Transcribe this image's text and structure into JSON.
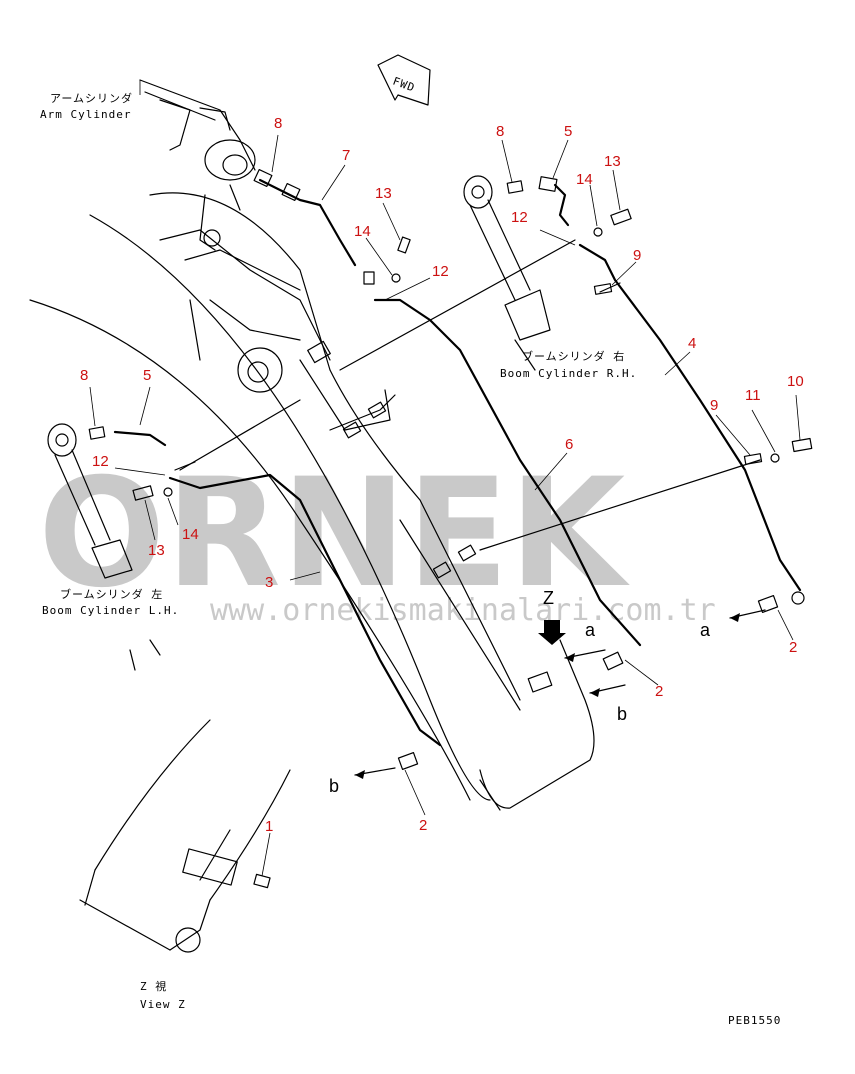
{
  "labels": {
    "arm_cylinder_jp": "アームシリンダ",
    "arm_cylinder_en": "Arm Cylinder",
    "boom_rh_jp": "ブームシリンダ 右",
    "boom_rh_en": "Boom Cylinder R.H.",
    "boom_lh_jp": "ブームシリンダ 左",
    "boom_lh_en": "Boom Cylinder L.H.",
    "fwd": "FWD",
    "view_z_jp": "Z  視",
    "view_z_en": "View Z",
    "drawing_code": "PEB1550",
    "z": "Z",
    "a1": "a",
    "a2": "a",
    "b1": "b",
    "b2": "b"
  },
  "watermark": {
    "name": "ORNEK",
    "url": "www.ornekismakinalari.com.tr",
    "color": "#c9c9c9"
  },
  "callouts": {
    "c8a": "8",
    "c7": "7",
    "c13a": "13",
    "c14a": "14",
    "c12a": "12",
    "c8b": "8",
    "c5a": "5",
    "c14b": "14",
    "c13b": "13",
    "c12b": "12",
    "c9a": "9",
    "c4": "4",
    "c8c": "8",
    "c5b": "5",
    "c12c": "12",
    "c14c": "14",
    "c13c": "13",
    "c6": "6",
    "c9b": "9",
    "c11": "11",
    "c10": "10",
    "c3": "3",
    "c2a": "2",
    "c2b": "2",
    "c2c": "2",
    "c1": "1"
  },
  "colors": {
    "callout": "#cc1111",
    "line": "#000000"
  }
}
